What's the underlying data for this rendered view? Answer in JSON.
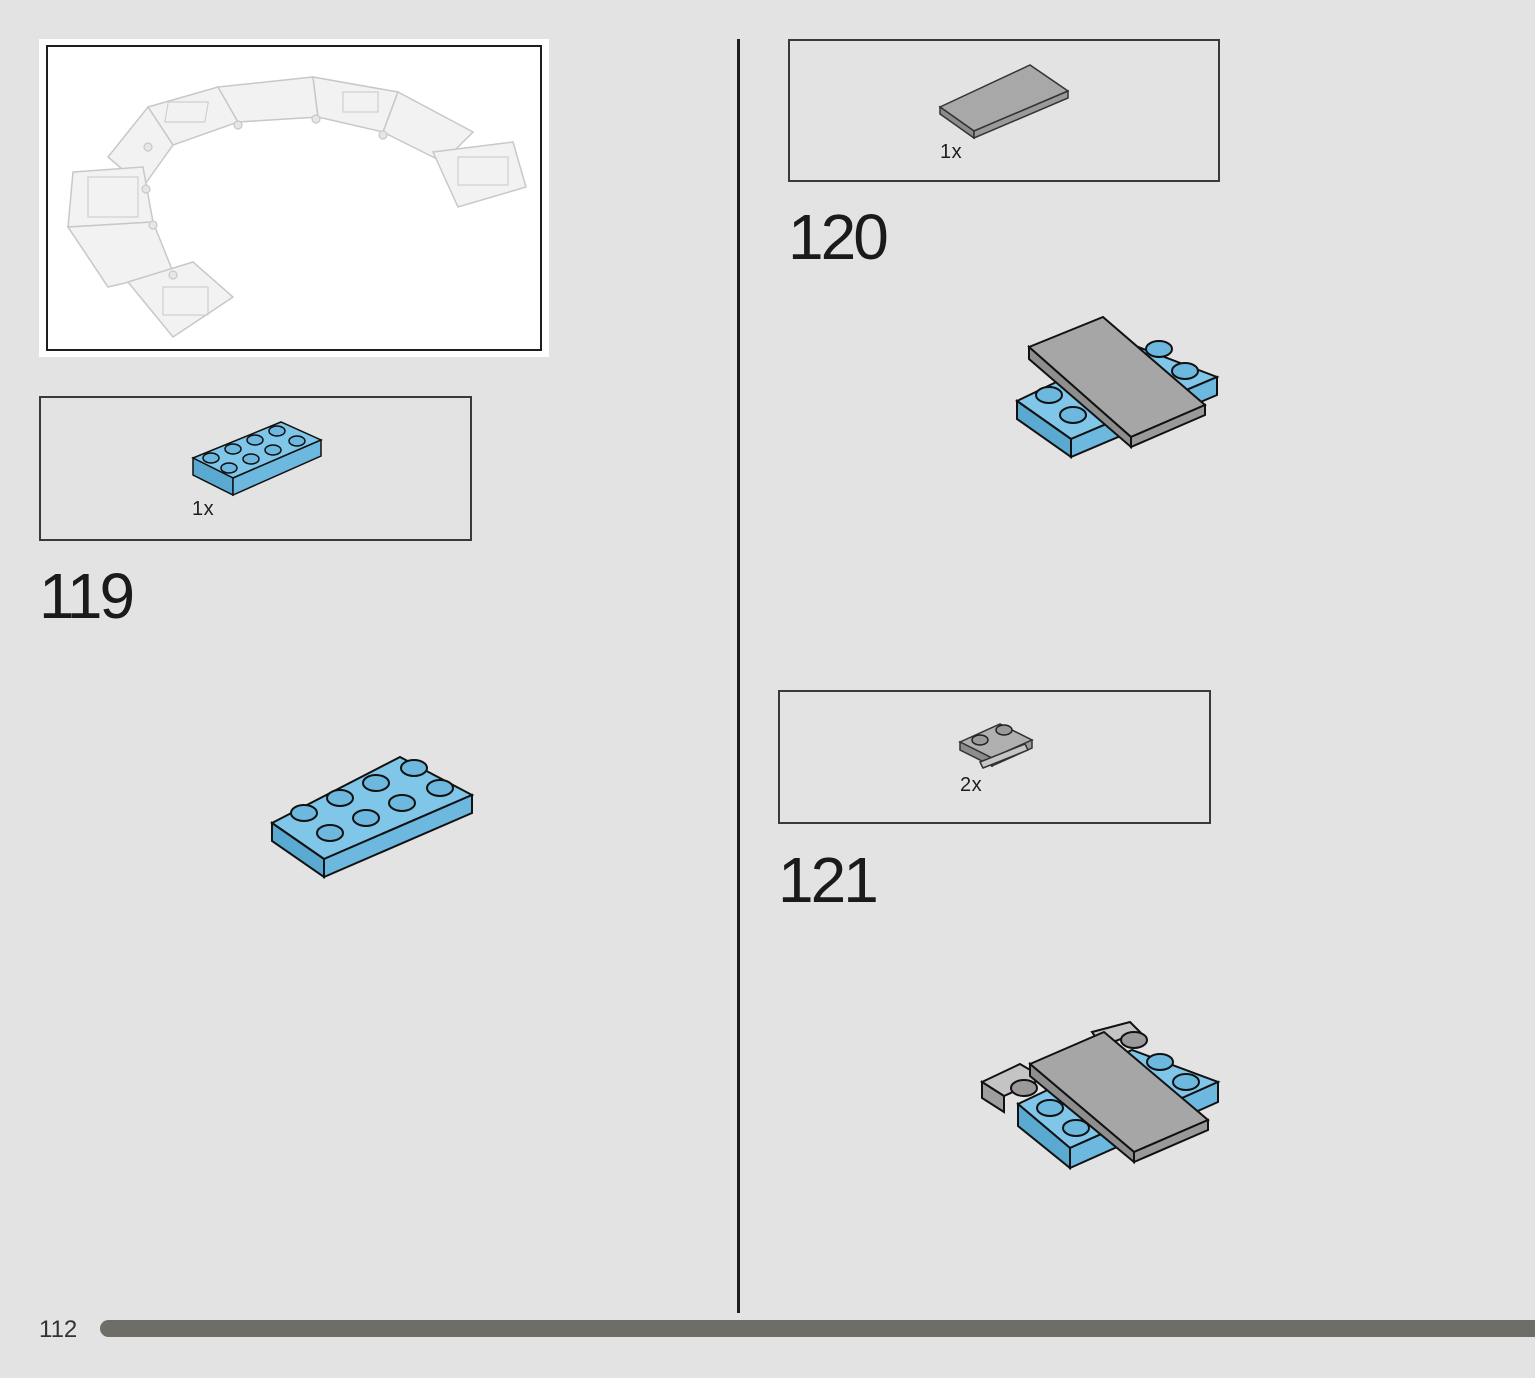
{
  "page": {
    "number": "112"
  },
  "steps": [
    {
      "step": "119",
      "callout": {
        "qty": "1x",
        "part": "2x4 plate",
        "color": "#6cb8de"
      }
    },
    {
      "step": "120",
      "callout": {
        "qty": "1x",
        "part": "2x4 tile",
        "color": "#a3a3a3"
      }
    },
    {
      "step": "121",
      "callout": {
        "qty": "2x",
        "part": "1x2 plate with rail",
        "color": "#a3a3a3"
      }
    }
  ],
  "colors": {
    "medium_azure": "#6cb8de",
    "light_bluish_gray": "#a3a3a3",
    "progress_bar": "#6f6d67",
    "background": "#e3e3e3"
  },
  "icons": [
    "overview-arc-model",
    "plate-2x4-icon",
    "tile-2x4-icon",
    "rail-plate-1x2-icon"
  ]
}
